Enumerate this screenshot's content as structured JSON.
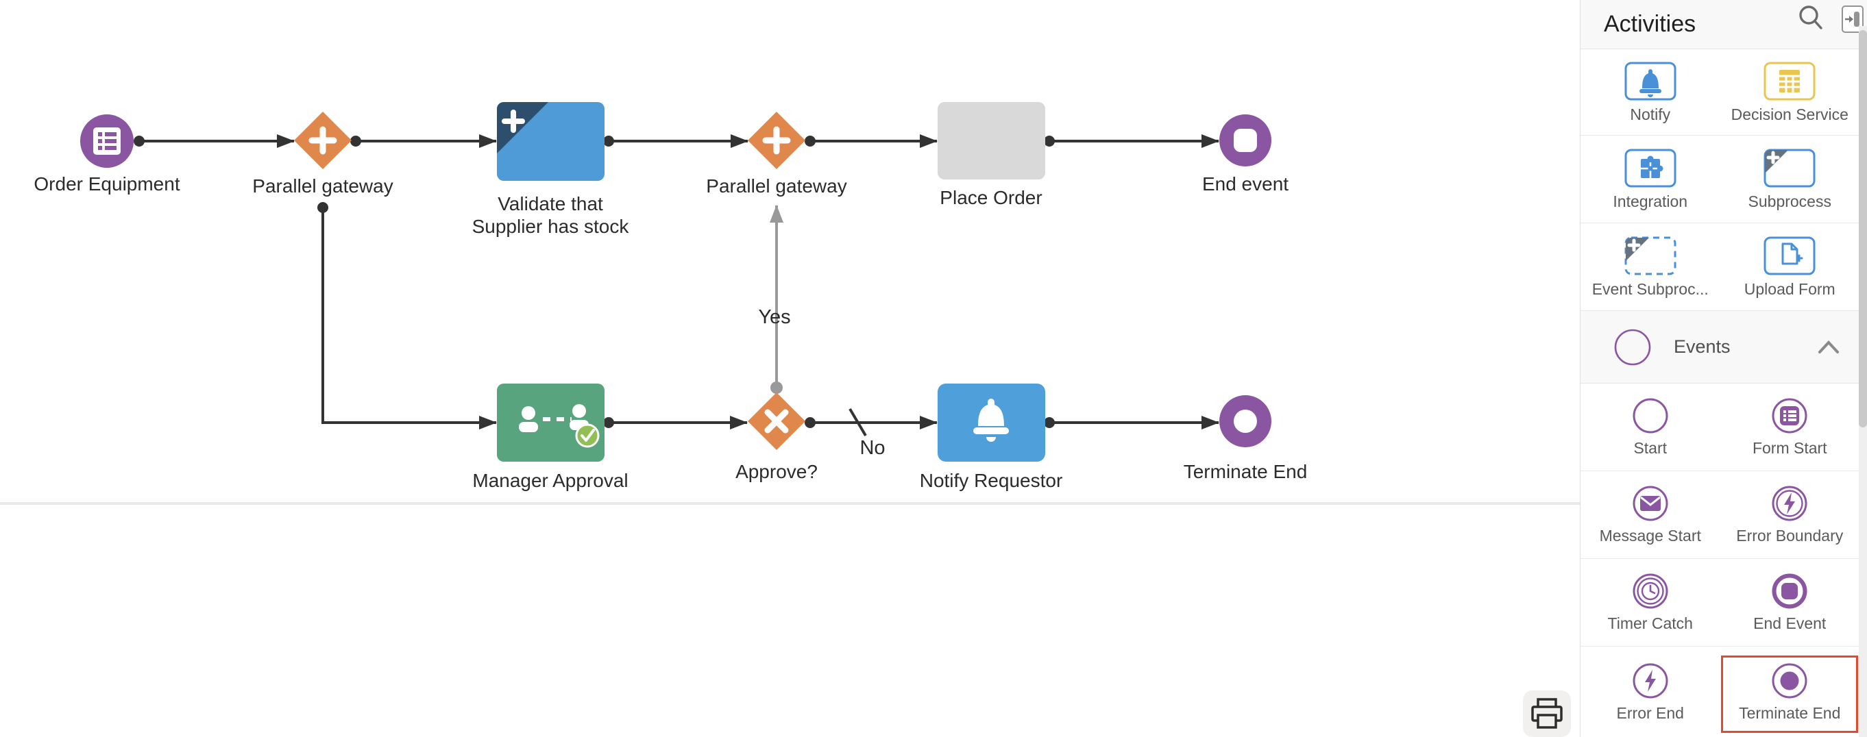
{
  "canvas": {
    "diagram": {
      "nodes": {
        "order_equipment": {
          "label": "Order Equipment",
          "icon": "form-start-list-icon",
          "color": "#8a56a2"
        },
        "parallel_gateway_1": {
          "label": "Parallel gateway",
          "icon": "plus-gateway-icon",
          "color": "#e0874c"
        },
        "validate_supplier": {
          "label": "Validate that Supplier has stock",
          "icon": "subprocess-plus-corner-icon",
          "color": "#4f9bd8"
        },
        "parallel_gateway_2": {
          "label": "Parallel gateway",
          "icon": "plus-gateway-icon",
          "color": "#e0874c"
        },
        "place_order": {
          "label": "Place Order",
          "icon": "plain-task",
          "color": "#d9d9d9"
        },
        "end_event": {
          "label": "End event",
          "icon": "end-event-icon",
          "color": "#8a56a2"
        },
        "manager_approval": {
          "label": "Manager Approval",
          "icon": "approval-users-check-icon",
          "color": "#57a47e"
        },
        "approve": {
          "label": "Approve?",
          "icon": "x-gateway-icon",
          "color": "#e0874c"
        },
        "notify_requestor": {
          "label": "Notify Requestor",
          "icon": "bell-icon",
          "color": "#4f9fda"
        },
        "terminate_end": {
          "label": "Terminate End",
          "icon": "terminate-end-icon",
          "color": "#8a56a2"
        }
      },
      "edges": {
        "yes_label": "Yes",
        "no_label": "No"
      }
    },
    "print_button_icon": "printer-icon"
  },
  "sidebar": {
    "title": "Activities",
    "header_icons": {
      "search": "search-icon",
      "collapse": "collapse-panel-icon"
    },
    "activities": {
      "items": [
        {
          "label": "Notify",
          "icon": "bell-outline-box"
        },
        {
          "label": "Decision Service",
          "icon": "decision-table-box"
        },
        {
          "label": "Integration",
          "icon": "puzzle-box"
        },
        {
          "label": "Subprocess",
          "icon": "subprocess-corner-box"
        },
        {
          "label": "Event Subproc...",
          "icon": "event-subprocess-dashed-box"
        },
        {
          "label": "Upload Form",
          "icon": "document-plug-box"
        }
      ]
    },
    "events": {
      "label": "Events",
      "section_icon": "circle-outline-icon",
      "collapse_icon": "chevron-up-icon",
      "items": [
        {
          "label": "Start",
          "icon": "start-circle"
        },
        {
          "label": "Form Start",
          "icon": "form-start-circle"
        },
        {
          "label": "Message Start",
          "icon": "message-start-circle"
        },
        {
          "label": "Error Boundary",
          "icon": "error-boundary-circle"
        },
        {
          "label": "Timer Catch",
          "icon": "timer-catch-circle"
        },
        {
          "label": "End Event",
          "icon": "end-event-circle"
        },
        {
          "label": "Error End",
          "icon": "error-end-circle"
        },
        {
          "label": "Terminate End",
          "icon": "terminate-end-circle",
          "selected": true
        }
      ]
    }
  },
  "colors": {
    "purple": "#8a56a2",
    "orange": "#e0874c",
    "blue_task": "#4f9bd8",
    "blue_palette": "#4a90d9",
    "dark_corner": "#2d4f6d",
    "green": "#57a47e",
    "badge_green": "#8fbf55",
    "gray_task": "#d9d9d9",
    "yellow": "#e9c64f",
    "selection_red": "#e24a2b",
    "edge_black": "#333333",
    "edge_gray": "#999999"
  }
}
